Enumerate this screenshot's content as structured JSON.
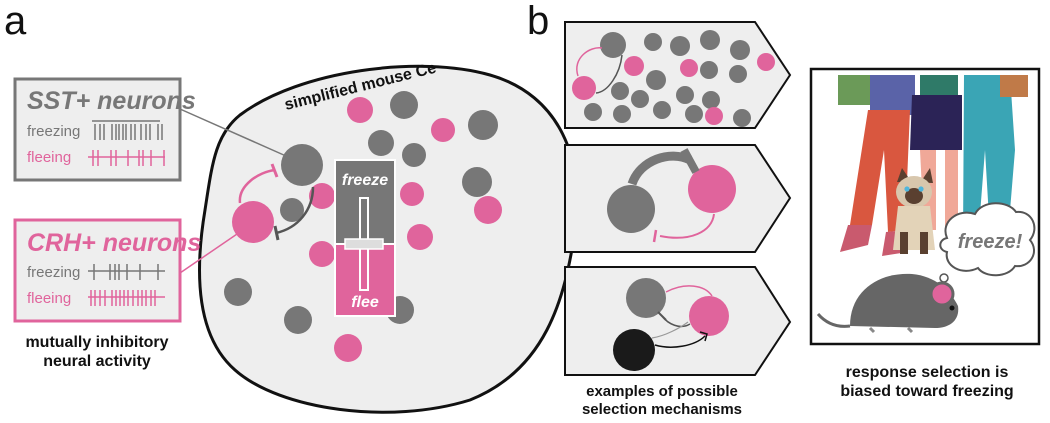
{
  "panels": {
    "a": "a",
    "b": "b"
  },
  "panel_a": {
    "region_label": "simplified mouse Ce",
    "sst_box": {
      "title": "SST+ neurons",
      "row1": "freezing",
      "row2": "fleeing"
    },
    "crh_box": {
      "title": "CRH+ neurons",
      "row1": "freezing",
      "row2": "fleeing"
    },
    "caption_line1": "mutually inhibitory",
    "caption_line2": "neural activity",
    "switch": {
      "top": "freeze",
      "bottom": "flee"
    }
  },
  "panel_b": {
    "mechanisms_caption_line1": "examples of possible",
    "mechanisms_caption_line2": "selection mechanisms",
    "thought_bubble": "freeze!",
    "outcome_caption_line1": "response selection is",
    "outcome_caption_line2": "biased toward freezing"
  },
  "colors": {
    "gray_neuron": "#777777",
    "pink_neuron": "#e0649c",
    "black_neuron": "#1a1a1a",
    "region_fill": "#eeeeee",
    "outline": "#111111"
  }
}
